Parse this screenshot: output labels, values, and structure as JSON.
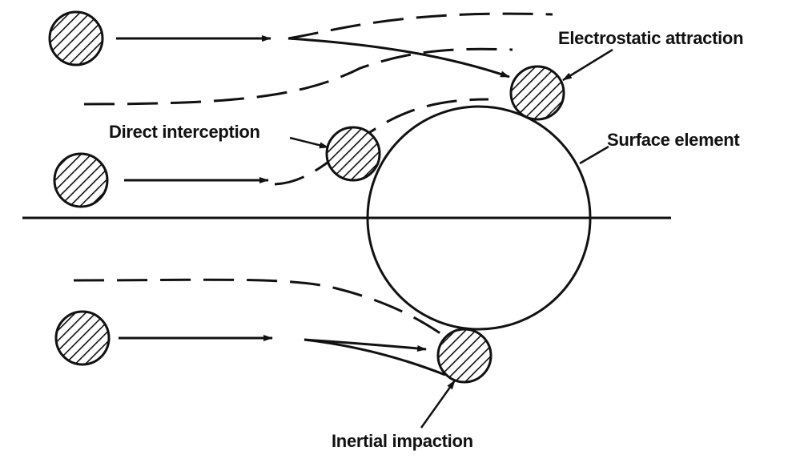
{
  "labels": {
    "electrostatic": "Electrostatic attraction",
    "direct": "Direct interception",
    "surface": "Surface element",
    "inertial": "Inertial impaction"
  },
  "colors": {
    "ink": "#111111",
    "background": "#ffffff"
  },
  "icons": {
    "particle": "hatched-circle-icon",
    "arrowhead": "arrowhead-icon"
  }
}
